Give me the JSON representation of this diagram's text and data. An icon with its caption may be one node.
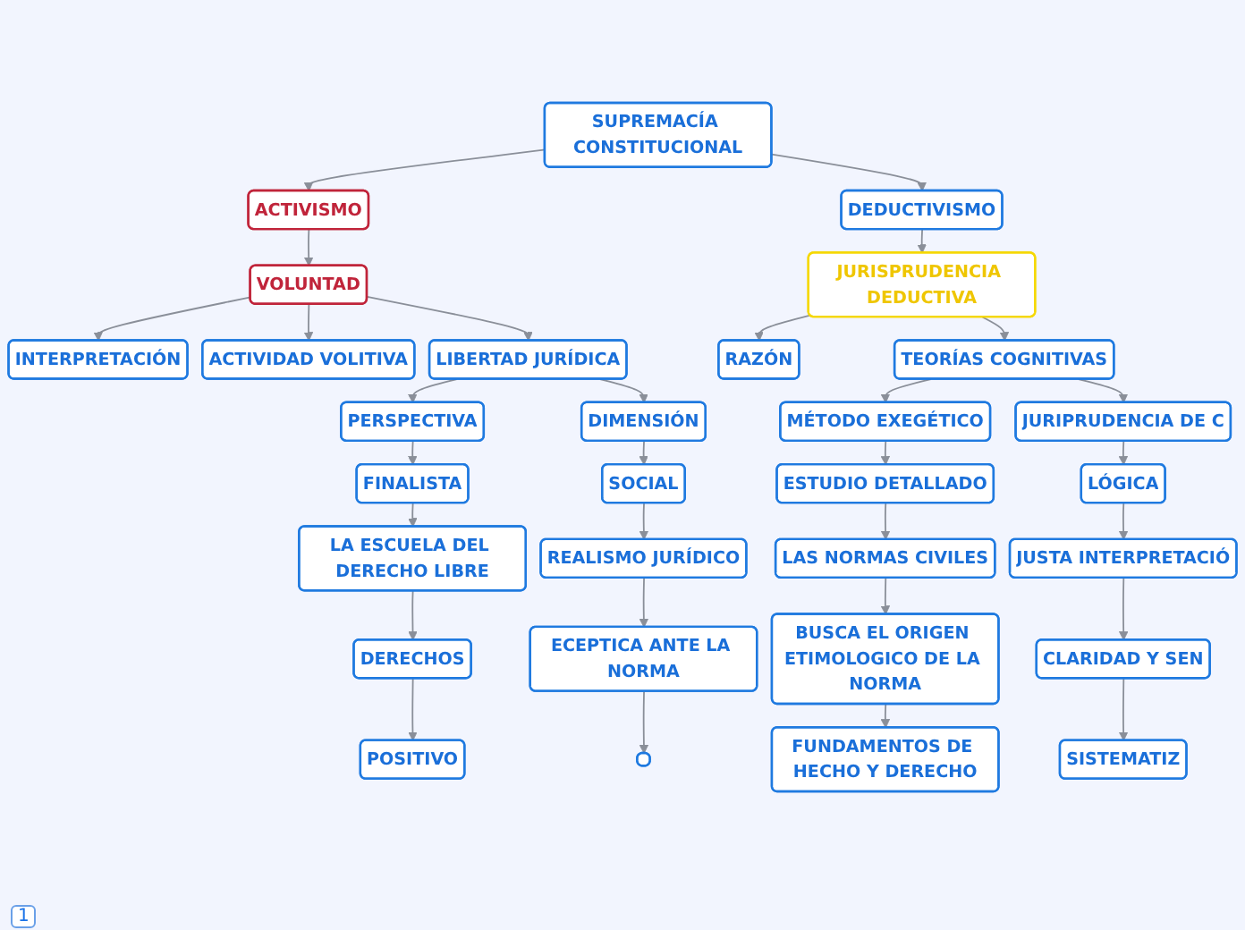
{
  "diagram": {
    "nodes": [
      {
        "text": [
          "SUPREMACÍA CONSTITUCIONAL"
        ]
      },
      {
        "text": [
          "ACTIVISMO"
        ]
      },
      {
        "text": [
          "VOLUNTAD"
        ]
      },
      {
        "text": [
          "INTERPRETACIÓN"
        ]
      },
      {
        "text": [
          "ACTIVIDAD VOLITIVA"
        ]
      },
      {
        "text": [
          "LIBERTAD JURÍDICA"
        ]
      },
      {
        "text": [
          "PERSPECTIVA"
        ]
      },
      {
        "text": [
          "DIMENSIÓN"
        ]
      },
      {
        "text": [
          "FINALISTA"
        ]
      },
      {
        "text": [
          "SOCIAL"
        ]
      },
      {
        "text": [
          "LA ESCUELA DEL DERECHO LIBRE"
        ]
      },
      {
        "text": [
          "REALISMO JURÍDICO"
        ]
      },
      {
        "text": [
          "ECEPTICA ANTE LA NORMA"
        ]
      },
      {
        "text": [
          "DERECHOS"
        ]
      },
      {
        "text": [
          "POSITIVO"
        ]
      },
      {
        "text": [],
        "shape": "box"
      },
      {
        "text": [
          "DEDUCTIVISMO"
        ]
      },
      {
        "text": [
          "JURISPRUDENCIA DEDUCTIVA"
        ]
      },
      {
        "text": [
          "RAZÓN"
        ]
      },
      {
        "text": [
          "TEORÍAS COGNITIVAS"
        ]
      },
      {
        "text": [
          "MÉTODO EXEGÉTICO"
        ]
      },
      {
        "text": [
          "JURIPRUDENCIA DE C"
        ]
      },
      {
        "text": [
          "ESTUDIO DETALLADO"
        ]
      },
      {
        "text": [
          "LÓGICA"
        ]
      },
      {
        "text": [
          "LAS NORMAS CIVILES"
        ]
      },
      {
        "text": [
          "JUSTA INTERPRETACIÓ"
        ]
      },
      {
        "text": [
          "BUSCA EL ORIGEN ETIMOLOGICO DE LA NORMA"
        ]
      },
      {
        "text": [
          "CLARIDAD Y SEN"
        ]
      },
      {
        "text": [
          "FUNDAMENTOS DE HECHO Y DERECHO"
        ]
      },
      {
        "text": [
          "SISTEMATIZ"
        ]
      }
    ],
    "edges": [
      {
        "from": 0,
        "to": 1,
        "arrow": "to"
      },
      {
        "from": 0,
        "to": 16,
        "arrow": "to"
      },
      {
        "from": 1,
        "to": 2,
        "arrow": "to"
      },
      {
        "from": 2,
        "to": 3,
        "arrow": "to"
      },
      {
        "from": 2,
        "to": 4,
        "arrow": "to"
      },
      {
        "from": 2,
        "to": 5,
        "arrow": "to"
      },
      {
        "from": 5,
        "to": 6,
        "arrow": "to"
      },
      {
        "from": 5,
        "to": 7,
        "arrow": "to"
      },
      {
        "from": 6,
        "to": 8,
        "arrow": "to"
      },
      {
        "from": 7,
        "to": 9,
        "arrow": "to"
      },
      {
        "from": 8,
        "to": 10,
        "arrow": "to"
      },
      {
        "from": 9,
        "to": 11,
        "arrow": "to"
      },
      {
        "from": 10,
        "to": 13,
        "arrow": "to"
      },
      {
        "from": 11,
        "to": 12,
        "arrow": "to"
      },
      {
        "from": 13,
        "to": 14,
        "arrow": "to"
      },
      {
        "from": 12,
        "to": 15,
        "arrow": "to"
      },
      {
        "from": 16,
        "to": 17,
        "arrow": "to"
      },
      {
        "from": 17,
        "to": 18,
        "arrow": "to"
      },
      {
        "from": 17,
        "to": 19,
        "arrow": "to"
      },
      {
        "from": 19,
        "to": 20,
        "arrow": "to"
      },
      {
        "from": 19,
        "to": 21,
        "arrow": "to"
      },
      {
        "from": 20,
        "to": 22,
        "arrow": "to"
      },
      {
        "from": 21,
        "to": 23,
        "arrow": "to"
      },
      {
        "from": 22,
        "to": 24,
        "arrow": "to"
      },
      {
        "from": 23,
        "to": 25,
        "arrow": "to"
      },
      {
        "from": 24,
        "to": 26,
        "arrow": "to"
      },
      {
        "from": 25,
        "to": 27,
        "arrow": "to"
      },
      {
        "from": 26,
        "to": 28,
        "arrow": "to"
      },
      {
        "from": 27,
        "to": 29,
        "arrow": "to"
      }
    ],
    "labels": [
      "1"
    ]
  }
}
